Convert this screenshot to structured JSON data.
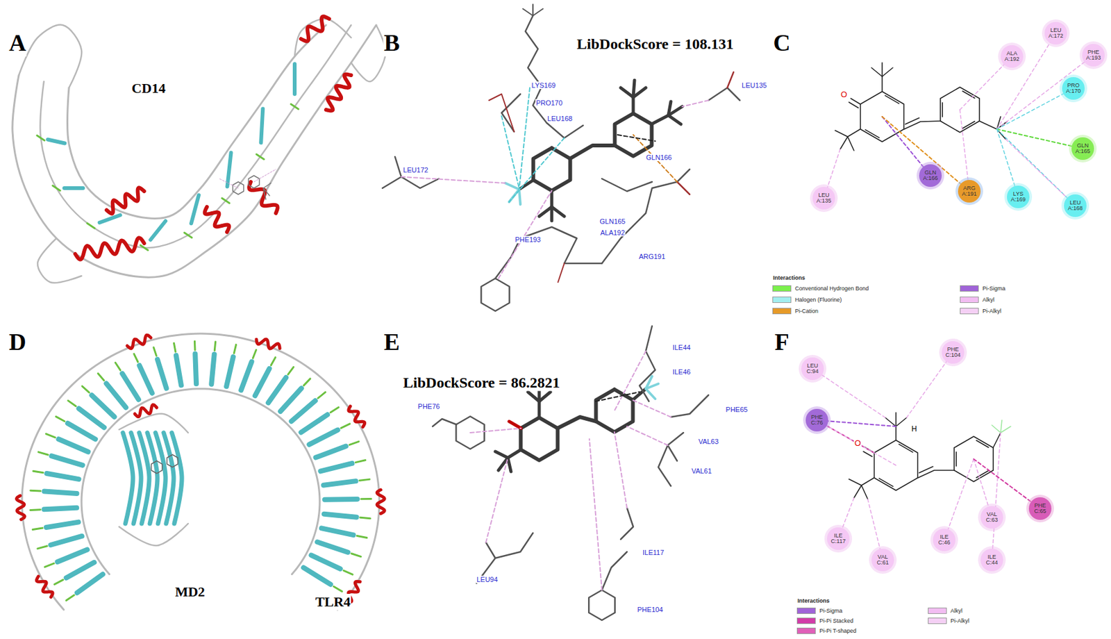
{
  "diagram": {
    "nodes": [
      {
        "text": [
          "LEU A:172"
        ]
      },
      {
        "text": [
          "ALA A:192"
        ]
      },
      {
        "text": [
          "PHE A:193"
        ]
      },
      {
        "text": [
          "PRO A:170"
        ]
      },
      {
        "text": [
          "GLN A:165"
        ]
      },
      {
        "text": [
          "GLN A:166"
        ]
      },
      {
        "text": [
          "ARG A:191"
        ]
      },
      {
        "text": [
          "LYS A:169"
        ]
      },
      {
        "text": [
          "LEU A:135"
        ]
      },
      {
        "text": [
          "LEU A:168"
        ]
      },
      {
        "text": [
          "PHE C:104"
        ]
      },
      {
        "text": [
          "LEU C:94"
        ]
      },
      {
        "text": [
          "PHE C:76"
        ]
      },
      {
        "text": [
          "PHE C:65"
        ]
      },
      {
        "text": [
          "VAL C:63"
        ]
      },
      {
        "text": [
          "ILE C:117"
        ]
      },
      {
        "text": [
          "ILE C:46"
        ]
      },
      {
        "text": [
          "VAL C:61"
        ]
      },
      {
        "text": [
          "ILE C:44"
        ]
      }
    ],
    "labels": [
      "A",
      "B",
      "C",
      "D",
      "E",
      "F",
      "CD14",
      "LibDockScore = 108.131",
      "LYS169",
      "PRO170",
      "LEU168",
      "LEU135",
      "LEU172",
      "GLN166",
      "GLN165",
      "ALA192",
      "PHE193",
      "ARG191",
      "O",
      "Interactions",
      "MD2",
      "TLR4",
      "LibDockScore = 86.2821",
      "ILE44",
      "ILE46",
      "PHE65",
      "PHE76",
      "VAL63",
      "VAL61",
      "LEU94",
      "ILE117",
      "PHE104",
      "H",
      "O",
      "Interactions"
    ],
    "legend": [
      {
        "text": "Conventional Hydrogen Bond",
        "color": "#7cf04c"
      },
      {
        "text": "Halogen (Fluorine)",
        "color": "#a2eef0"
      },
      {
        "text": "Pi-Cation",
        "color": "#e69a28"
      },
      {
        "text": "Pi-Sigma",
        "color": "#a064d8"
      },
      {
        "text": "Alkyl",
        "color": "#f2bdf2"
      },
      {
        "text": "Pi-Alkyl",
        "color": "#f5d0f5"
      },
      {
        "text": "Pi-Sigma",
        "color": "#a064d8"
      },
      {
        "text": "Pi-Pi Stacked",
        "color": "#d23ca8"
      },
      {
        "text": "Pi-Pi T-shaped",
        "color": "#e060b8"
      },
      {
        "text": "Alkyl",
        "color": "#f2bdf2"
      },
      {
        "text": "Pi-Alkyl",
        "color": "#f5d0f5"
      }
    ]
  }
}
